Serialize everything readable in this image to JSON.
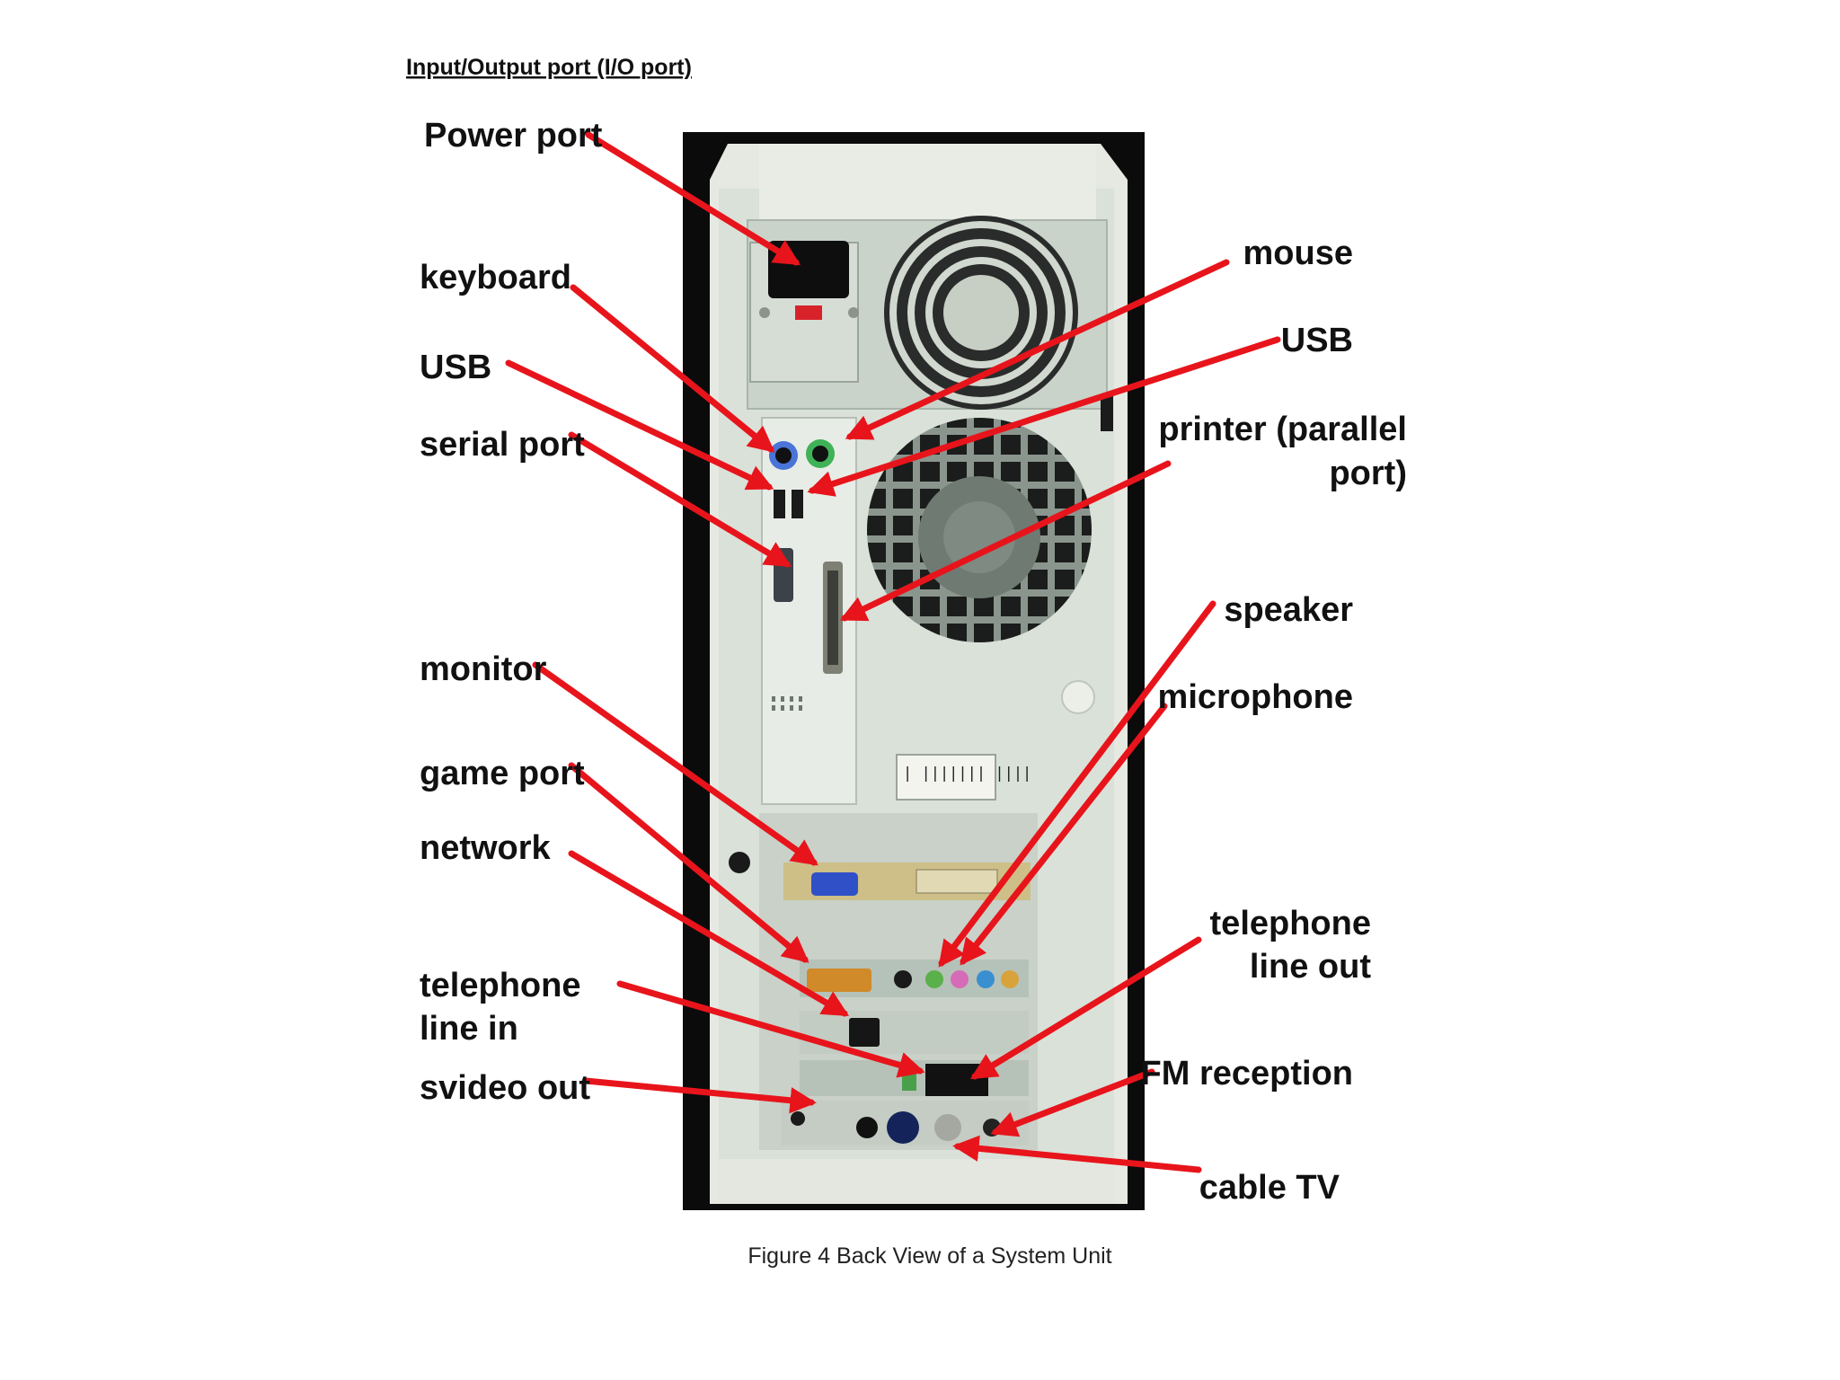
{
  "heading": "Input/Output port (I/O port)",
  "caption": "Figure 4 Back View of a System Unit",
  "callouts": {
    "power_port": [
      "Power port"
    ],
    "keyboard": [
      "keyboard"
    ],
    "usb_left": [
      "USB"
    ],
    "serial_port": [
      "serial port"
    ],
    "monitor": [
      "monitor"
    ],
    "game_port": [
      "game port"
    ],
    "network": [
      "network"
    ],
    "telephone_line_in": [
      "telephone",
      "line in"
    ],
    "svideo_out": [
      "svideo out"
    ],
    "mouse": [
      "mouse"
    ],
    "usb_right": [
      "USB"
    ],
    "printer_parallel_port": [
      "printer (parallel",
      "port)"
    ],
    "speaker": [
      "speaker"
    ],
    "microphone": [
      "microphone"
    ],
    "telephone_line_out": [
      "telephone",
      "line out"
    ],
    "fm_reception": [
      "FM reception"
    ],
    "cable_tv": [
      "cable TV"
    ]
  },
  "label_text": {
    "serial_number_label": "| |||||||  ||||"
  },
  "colors": {
    "arrow": "#e8141b",
    "case_body": "#d9e1d9",
    "case_frame": "#0b0b0b",
    "vga_port": "#3050c8",
    "keyboard_port": "#4a74d8",
    "mouse_port": "#3fb257",
    "game_port": "#d08a2a",
    "line_in": "#3a8fd0",
    "speaker_jack": "#5ab04a",
    "mic_jack": "#d66bb8"
  }
}
